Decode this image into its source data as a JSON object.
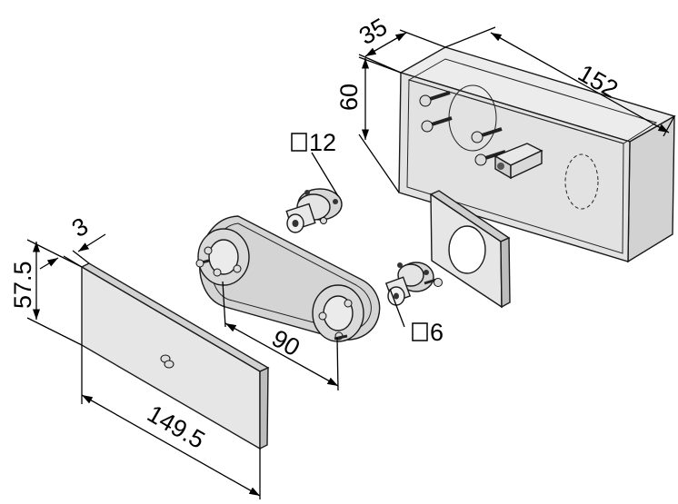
{
  "dimensions": {
    "box_depth": "35",
    "box_height": "60",
    "box_length": "152",
    "shaft_square_large": "12",
    "shaft_square_small": "6",
    "belt_center_distance": "90",
    "cover_thickness": "3",
    "cover_height": "57.5",
    "cover_length": "149.5"
  },
  "symbols": {
    "square": "□"
  }
}
